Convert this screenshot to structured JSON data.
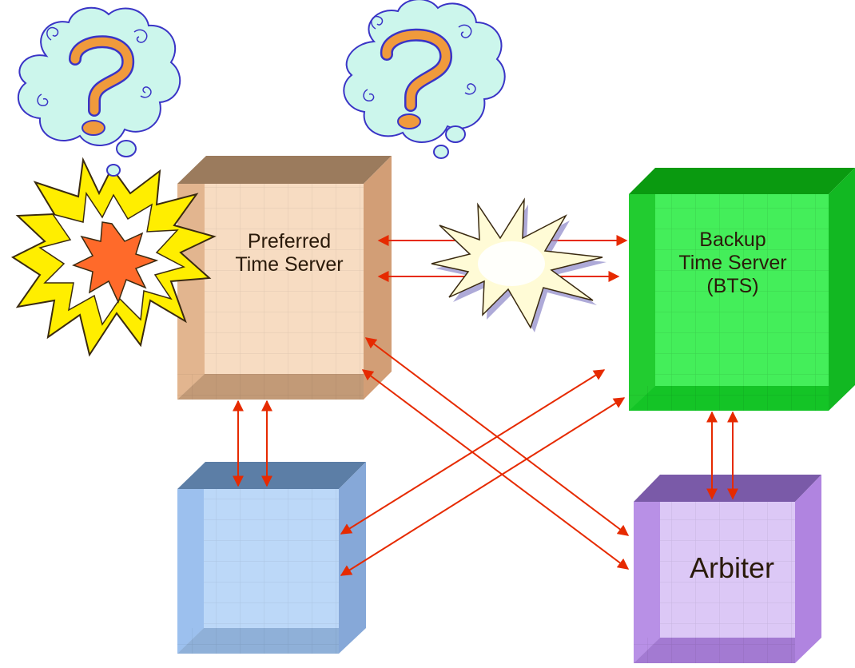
{
  "servers": {
    "preferred": {
      "label_line1": "Preferred",
      "label_line2": "Time Server",
      "face_color": "#f7dcc2",
      "top_color": "#9b7b5d",
      "side_color": "#d9a880"
    },
    "backup": {
      "label_line1": "Backup",
      "label_line2": "Time Server",
      "label_line3": "(BTS)",
      "face_color": "#33e04a",
      "top_color": "#0a9a10",
      "side_color": "#10c020"
    },
    "arbiter": {
      "label": "Arbiter",
      "face_color": "#dcc8f6",
      "top_color": "#7a5aa8",
      "side_color": "#b084e0"
    },
    "client": {
      "label": "",
      "face_color": "#bcd8f8",
      "top_color": "#5c7ea6",
      "side_color": "#8ab0e0"
    }
  },
  "decorations": {
    "thought_bubbles": [
      "question-mark",
      "question-mark"
    ],
    "explosions": [
      "failure-burst",
      "link-break-burst"
    ]
  },
  "colors": {
    "link_arrow": "#e62a00",
    "question_mark": "#f09a3c",
    "cloud_fill": "#ccf6ec",
    "cloud_outline": "#3a34c6",
    "burst_yellow": "#ffee00",
    "burst_orange": "#ff6a2a"
  }
}
